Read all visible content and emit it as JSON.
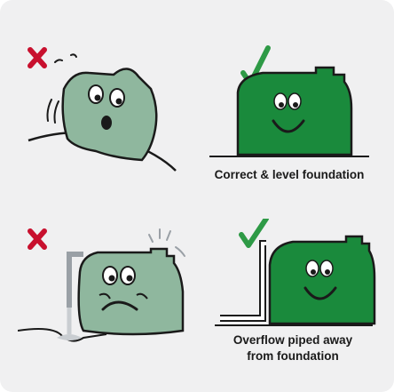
{
  "colors": {
    "background": "#f0f0f1",
    "cross": "#c8102e",
    "check": "#2e9a46",
    "good_tank": "#1a8a3c",
    "bad_tank": "#8fb79e",
    "outline": "#1a1a1a"
  },
  "panels": [
    {
      "id": "tilted-tank",
      "mark": "cross"
    },
    {
      "id": "level-tank",
      "mark": "check",
      "caption": [
        "Correct & level foundation"
      ]
    },
    {
      "id": "overflow-wet-tank",
      "mark": "cross"
    },
    {
      "id": "overflow-piped-tank",
      "mark": "check",
      "caption": [
        "Overflow piped away",
        "from foundation"
      ]
    }
  ]
}
